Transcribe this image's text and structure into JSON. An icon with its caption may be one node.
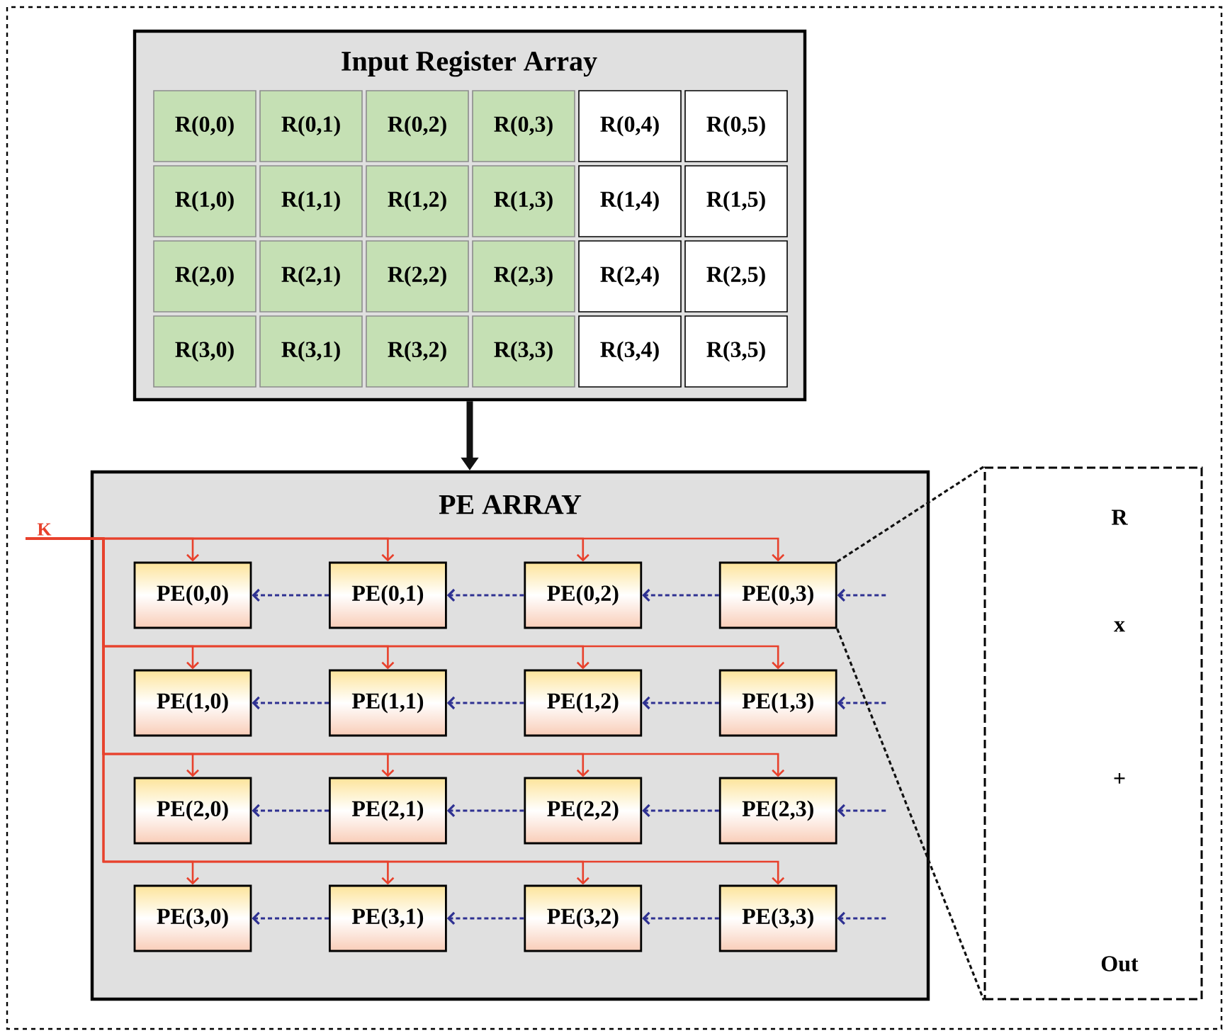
{
  "diagram": {
    "nodes": [
      {
        "text": [
          "Input Register Array"
        ]
      },
      {
        "text": [
          "R(0,0)"
        ],
        "in": 0
      },
      {
        "text": [
          "R(0,1)"
        ],
        "in": 0
      },
      {
        "text": [
          "R(0,2)"
        ],
        "in": 0
      },
      {
        "text": [
          "R(0,3)"
        ],
        "in": 0
      },
      {
        "text": [
          "R(0,4)"
        ],
        "in": 0
      },
      {
        "text": [
          "R(0,5)"
        ],
        "in": 0
      },
      {
        "text": [
          "R(1,0)"
        ],
        "in": 0
      },
      {
        "text": [
          "R(1,1)"
        ],
        "in": 0
      },
      {
        "text": [
          "R(1,2)"
        ],
        "in": 0
      },
      {
        "text": [
          "R(1,3)"
        ],
        "in": 0
      },
      {
        "text": [
          "R(1,4)"
        ],
        "in": 0
      },
      {
        "text": [
          "R(1,5)"
        ],
        "in": 0
      },
      {
        "text": [
          "R(2,0)"
        ],
        "in": 0
      },
      {
        "text": [
          "R(2,1)"
        ],
        "in": 0
      },
      {
        "text": [
          "R(2,2)"
        ],
        "in": 0
      },
      {
        "text": [
          "R(2,3)"
        ],
        "in": 0
      },
      {
        "text": [
          "R(2,4)"
        ],
        "in": 0
      },
      {
        "text": [
          "R(2,5)"
        ],
        "in": 0
      },
      {
        "text": [
          "R(3,0)"
        ],
        "in": 0
      },
      {
        "text": [
          "R(3,1)"
        ],
        "in": 0
      },
      {
        "text": [
          "R(3,2)"
        ],
        "in": 0
      },
      {
        "text": [
          "R(3,3)"
        ],
        "in": 0
      },
      {
        "text": [
          "R(3,4)"
        ],
        "in": 0
      },
      {
        "text": [
          "R(3,5)"
        ],
        "in": 0
      },
      {
        "text": [
          "PE ARRAY"
        ]
      },
      {
        "text": [
          "PE(0,0)"
        ],
        "in": 25
      },
      {
        "text": [
          "PE(0,1)"
        ],
        "in": 25
      },
      {
        "text": [
          "PE(0,2)"
        ],
        "in": 25
      },
      {
        "text": [
          "PE(0,3)"
        ],
        "in": 25
      },
      {
        "text": [
          "PE(1,0)"
        ],
        "in": 25
      },
      {
        "text": [
          "PE(1,1)"
        ],
        "in": 25
      },
      {
        "text": [
          "PE(1,2)"
        ],
        "in": 25
      },
      {
        "text": [
          "PE(1,3)"
        ],
        "in": 25
      },
      {
        "text": [
          "PE(2,0)"
        ],
        "in": 25
      },
      {
        "text": [
          "PE(2,1)"
        ],
        "in": 25
      },
      {
        "text": [
          "PE(2,2)"
        ],
        "in": 25
      },
      {
        "text": [
          "PE(2,3)"
        ],
        "in": 25
      },
      {
        "text": [
          "PE(3,0)"
        ],
        "in": 25
      },
      {
        "text": [
          "PE(3,1)"
        ],
        "in": 25
      },
      {
        "text": [
          "PE(3,2)"
        ],
        "in": 25
      },
      {
        "text": [
          "PE(3,3)"
        ],
        "in": 25
      },
      {
        "text": [
          "K"
        ]
      },
      {
        "text": [
          "R",
          "x",
          "+",
          "Out"
        ]
      }
    ],
    "edges": [
      {
        "from": 0,
        "to": 25,
        "arrow": "to",
        "style": "thick",
        "color": "#111111"
      },
      {
        "from": 42,
        "to": 26,
        "arrow": "to",
        "color": "#e8412c"
      },
      {
        "from": 42,
        "to": 27,
        "arrow": "to",
        "color": "#e8412c"
      },
      {
        "from": 42,
        "to": 28,
        "arrow": "to",
        "color": "#e8412c"
      },
      {
        "from": 42,
        "to": 29,
        "arrow": "to",
        "color": "#e8412c"
      },
      {
        "from": 42,
        "to": 30,
        "arrow": "to",
        "color": "#e8412c"
      },
      {
        "from": 42,
        "to": 31,
        "arrow": "to",
        "color": "#e8412c"
      },
      {
        "from": 42,
        "to": 32,
        "arrow": "to",
        "color": "#e8412c"
      },
      {
        "from": 42,
        "to": 33,
        "arrow": "to",
        "color": "#e8412c"
      },
      {
        "from": 42,
        "to": 34,
        "arrow": "to",
        "color": "#e8412c"
      },
      {
        "from": 42,
        "to": 35,
        "arrow": "to",
        "color": "#e8412c"
      },
      {
        "from": 42,
        "to": 36,
        "arrow": "to",
        "color": "#e8412c"
      },
      {
        "from": 42,
        "to": 37,
        "arrow": "to",
        "color": "#e8412c"
      },
      {
        "from": 42,
        "to": 38,
        "arrow": "to",
        "color": "#e8412c"
      },
      {
        "from": 42,
        "to": 39,
        "arrow": "to",
        "color": "#e8412c"
      },
      {
        "from": 42,
        "to": 40,
        "arrow": "to",
        "color": "#e8412c"
      },
      {
        "from": 42,
        "to": 41,
        "arrow": "to",
        "color": "#e8412c"
      },
      {
        "from": null,
        "to": 29,
        "arrow": "to",
        "style": "dashed",
        "color": "#2e3192"
      },
      {
        "from": 29,
        "to": 28,
        "arrow": "to",
        "style": "dashed",
        "color": "#2e3192"
      },
      {
        "from": 28,
        "to": 27,
        "arrow": "to",
        "style": "dashed",
        "color": "#2e3192"
      },
      {
        "from": 27,
        "to": 26,
        "arrow": "to",
        "style": "dashed",
        "color": "#2e3192"
      },
      {
        "from": null,
        "to": 33,
        "arrow": "to",
        "style": "dashed",
        "color": "#2e3192"
      },
      {
        "from": 33,
        "to": 32,
        "arrow": "to",
        "style": "dashed",
        "color": "#2e3192"
      },
      {
        "from": 32,
        "to": 31,
        "arrow": "to",
        "style": "dashed",
        "color": "#2e3192"
      },
      {
        "from": 31,
        "to": 30,
        "arrow": "to",
        "style": "dashed",
        "color": "#2e3192"
      },
      {
        "from": null,
        "to": 37,
        "arrow": "to",
        "style": "dashed",
        "color": "#2e3192"
      },
      {
        "from": 37,
        "to": 36,
        "arrow": "to",
        "style": "dashed",
        "color": "#2e3192"
      },
      {
        "from": 36,
        "to": 35,
        "arrow": "to",
        "style": "dashed",
        "color": "#2e3192"
      },
      {
        "from": 35,
        "to": 34,
        "arrow": "to",
        "style": "dashed",
        "color": "#2e3192"
      },
      {
        "from": null,
        "to": 41,
        "arrow": "to",
        "style": "dashed",
        "color": "#2e3192"
      },
      {
        "from": 41,
        "to": 40,
        "arrow": "to",
        "style": "dashed",
        "color": "#2e3192"
      },
      {
        "from": 40,
        "to": 39,
        "arrow": "to",
        "style": "dashed",
        "color": "#2e3192"
      },
      {
        "from": 39,
        "to": 38,
        "arrow": "to",
        "style": "dashed",
        "color": "#2e3192"
      },
      {
        "from": 29,
        "to": 43,
        "arrow": "none",
        "style": "dashed",
        "color": "#111111"
      },
      {
        "from": 29,
        "to": 43,
        "arrow": "none",
        "style": "dashed",
        "color": "#111111"
      }
    ]
  }
}
